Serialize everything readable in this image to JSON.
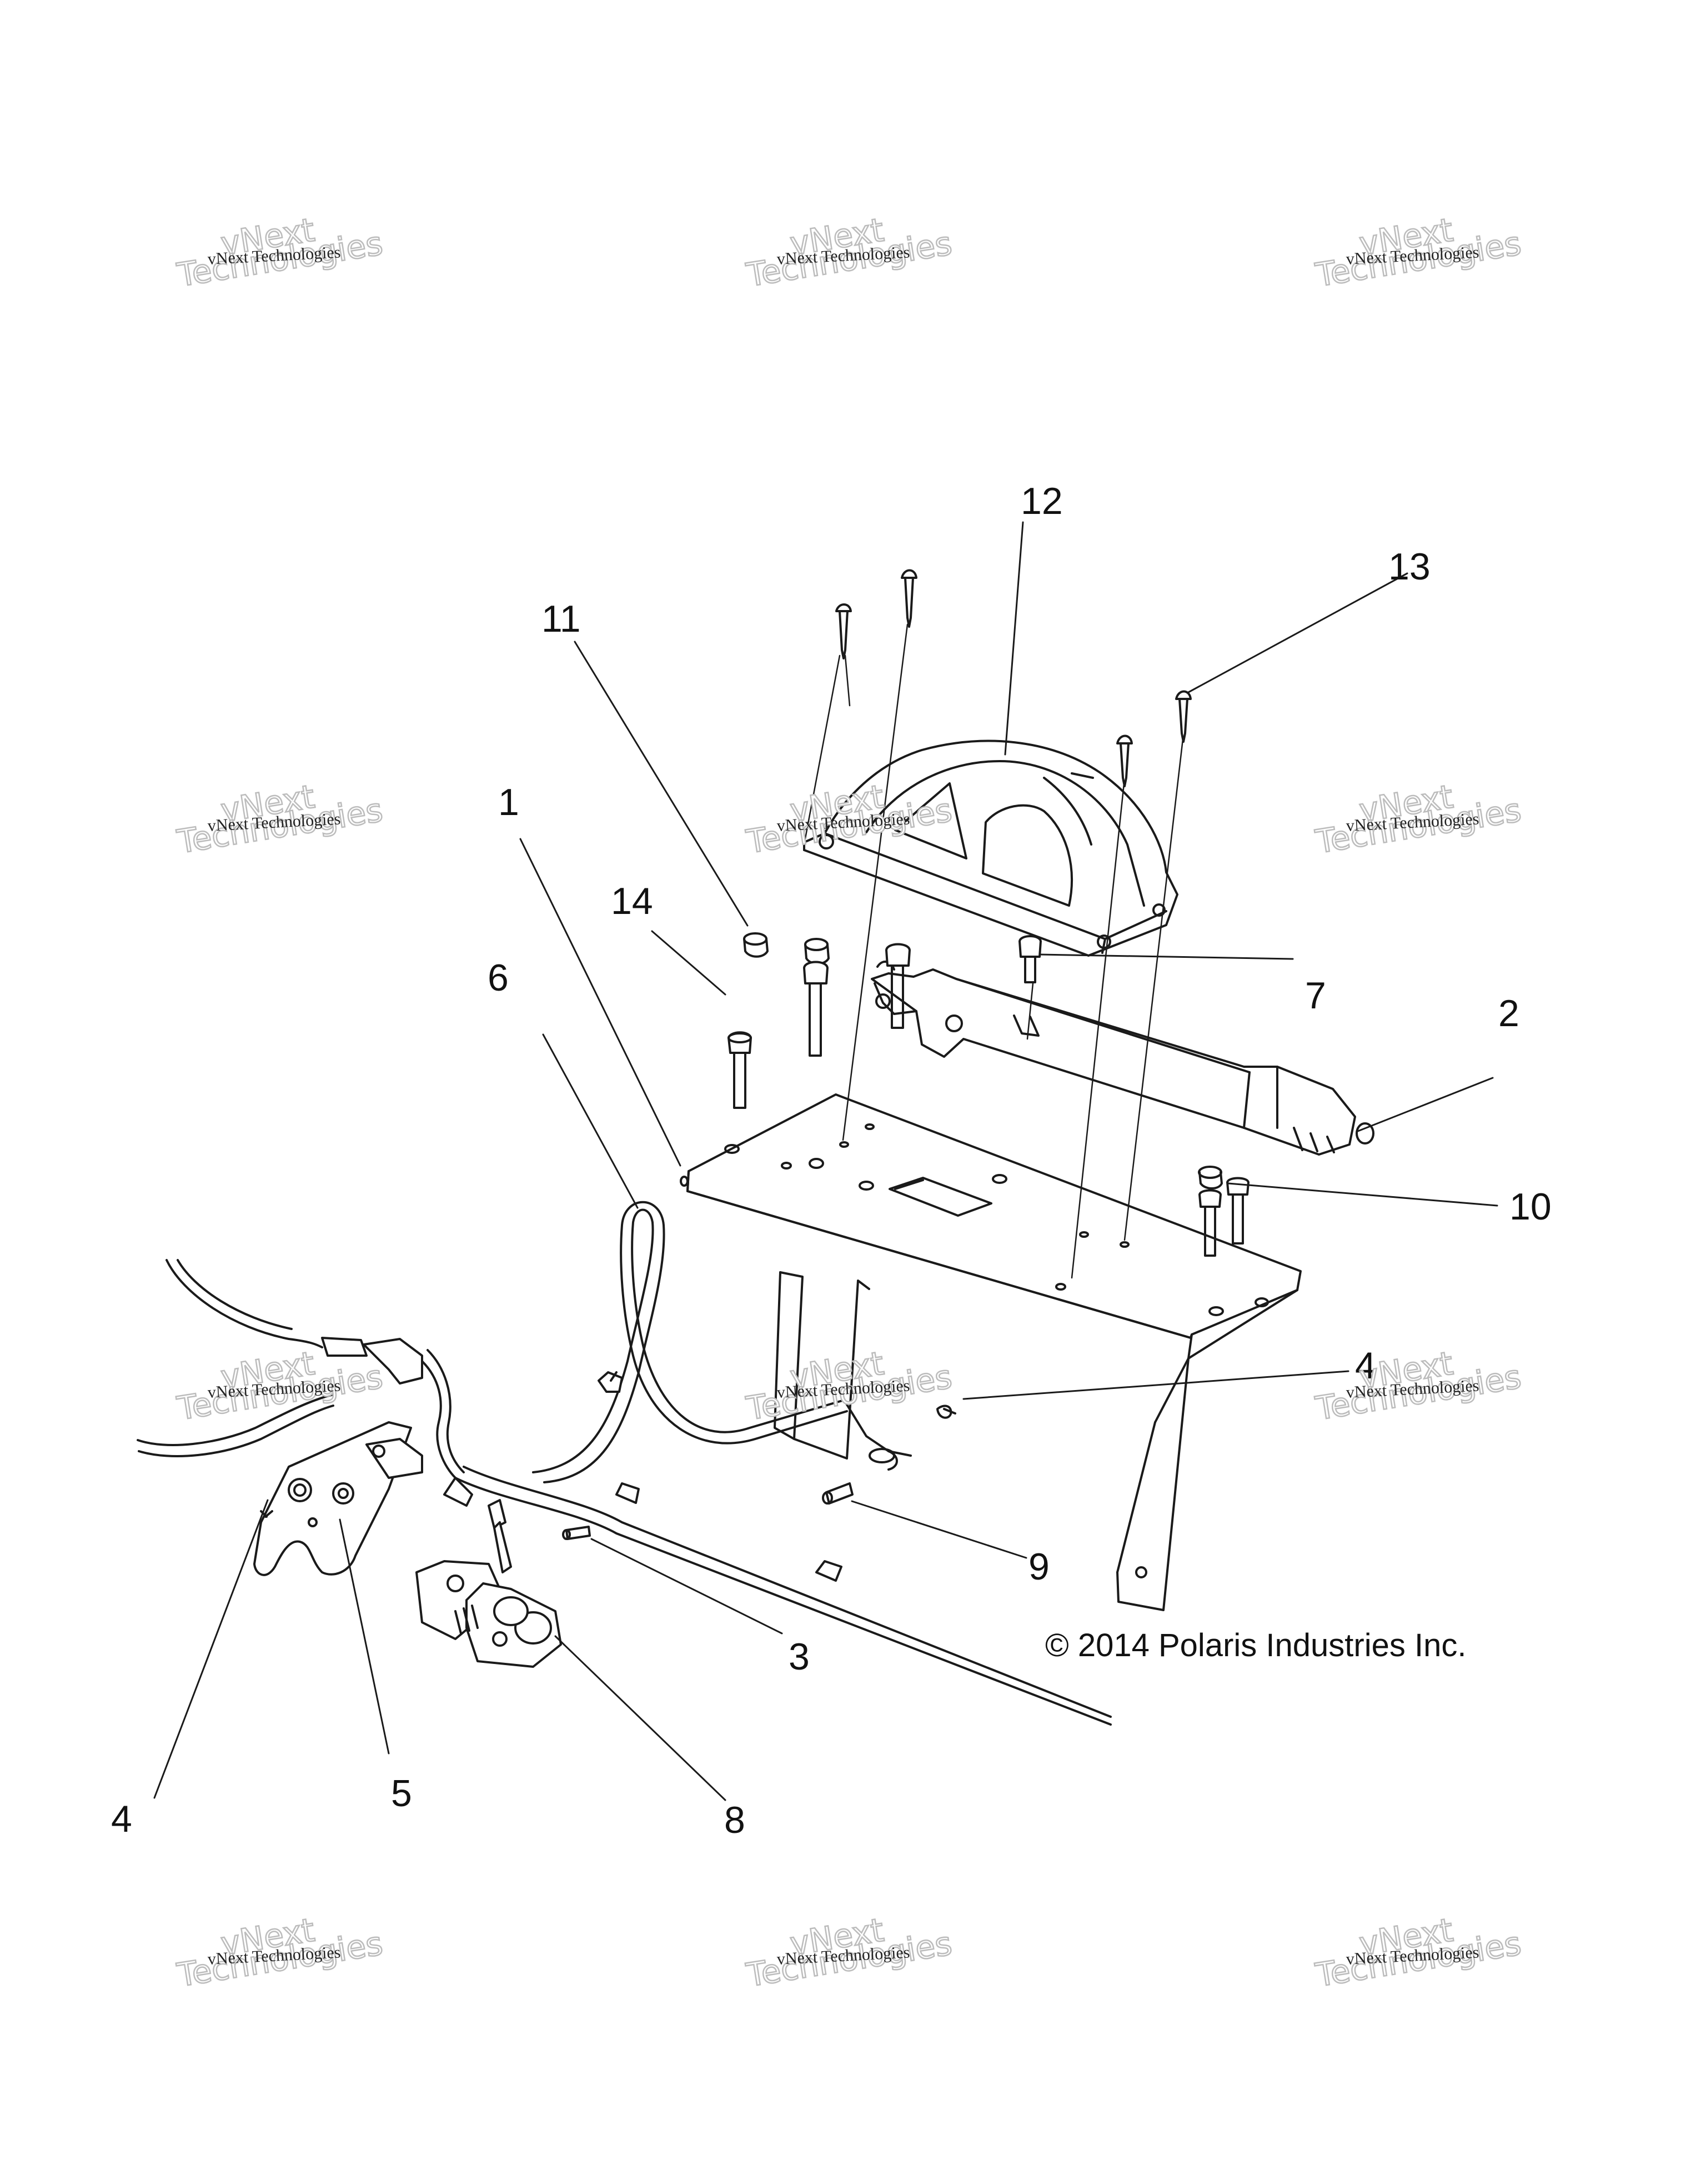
{
  "callouts": {
    "c1": "1",
    "c2": "2",
    "c3": "3",
    "c4a": "4",
    "c4b": "4",
    "c5": "5",
    "c6": "6",
    "c7": "7",
    "c8": "8",
    "c9": "9",
    "c10": "10",
    "c11": "11",
    "c12": "12",
    "c13": "13",
    "c14": "14"
  },
  "copyright": "© 2014 Polaris Industries Inc.",
  "watermark": {
    "line_small": "vNext Technologies",
    "line_big_1": "vNext",
    "line_big_2": "Technologies"
  },
  "colors": {
    "line": "#1a1a1a",
    "watermark_outline": "#bcbcbc"
  }
}
